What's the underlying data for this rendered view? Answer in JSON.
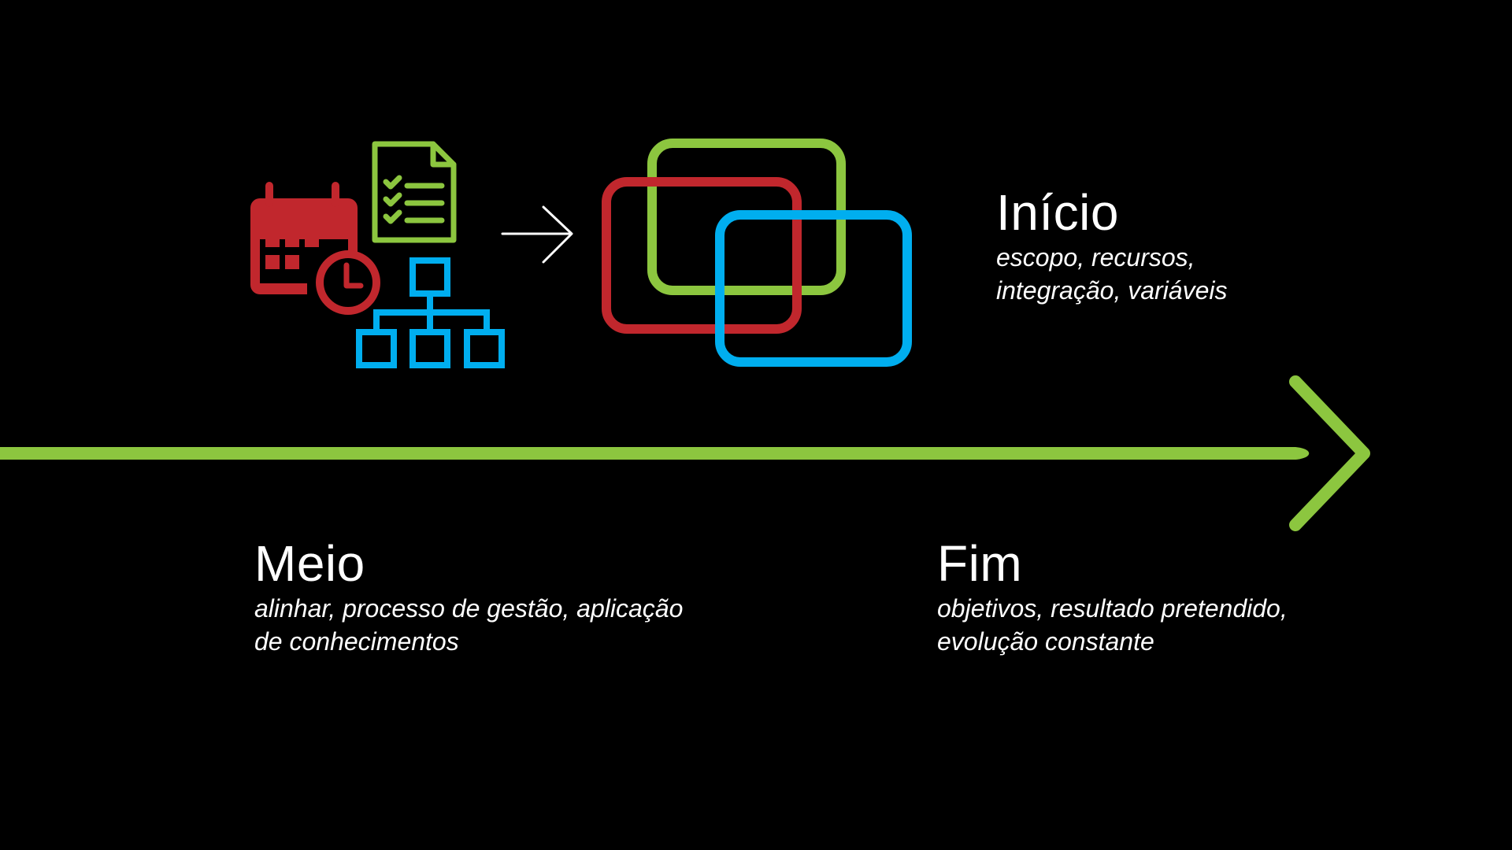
{
  "colors": {
    "background": "#000000",
    "green": "#8cc63f",
    "red": "#c1272d",
    "blue": "#00aeef",
    "text": "#ffffff"
  },
  "icons": {
    "calendar": "calendar-clock-icon",
    "checklist": "checklist-document-icon",
    "hierarchy": "org-chart-icon",
    "arrow": "thin-arrow-right-icon",
    "overlap": "overlapping-frames-icon",
    "timeline": "timeline-arrow-icon"
  },
  "stages": {
    "inicio": {
      "title": "Início",
      "desc_line1": "escopo, recursos,",
      "desc_line2": "integração, variáveis"
    },
    "meio": {
      "title": "Meio",
      "desc_line1": "alinhar, processo de gestão, aplicação",
      "desc_line2": "de conhecimentos"
    },
    "fim": {
      "title": "Fim",
      "desc_line1": "objetivos, resultado pretendido,",
      "desc_line2": "evolução constante"
    }
  }
}
